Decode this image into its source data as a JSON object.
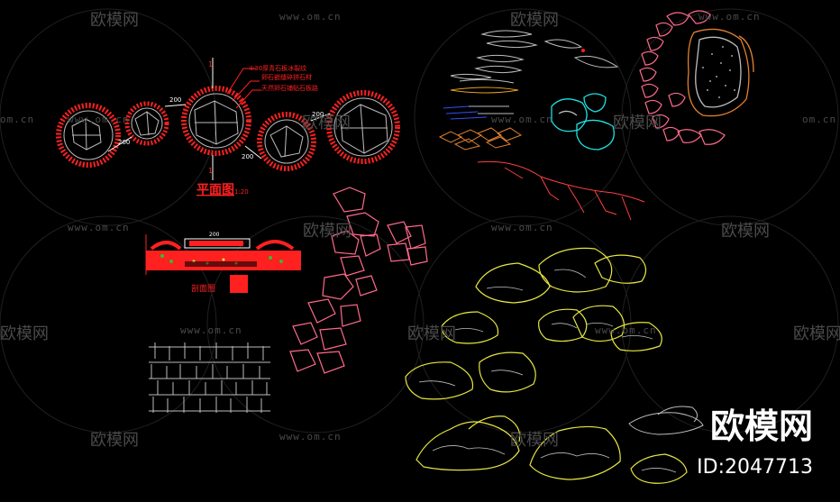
{
  "watermark": {
    "logo_text": "欧模网",
    "url_text": "www.om.cn",
    "url_text_short": "om.cn"
  },
  "drawing_labels": {
    "plan_title": "平面图",
    "plan_scale": "1:20",
    "dim_200_a": "200",
    "dim_200_b": "200",
    "dim_200_c": "200",
    "dim_200_d": "200",
    "dim_200_e": "200",
    "note_1": "①30厚青石板冰裂纹",
    "note_2": "卵石嵌缝碎拼石材",
    "note_3": "天然卵石铺贴石板路",
    "section_label": "剖面图",
    "axis_mark": "1"
  },
  "brand": {
    "name": "欧模网",
    "id": "ID:2047713"
  },
  "colors": {
    "background": "#000000",
    "red": "#ff2020",
    "pink": "#ff6a8a",
    "yellow": "#e6e640",
    "cyan": "#20e0e0",
    "orange": "#e08030",
    "gray": "#bdbdbd",
    "white": "#ffffff",
    "watermark": "#4a4a4a"
  }
}
